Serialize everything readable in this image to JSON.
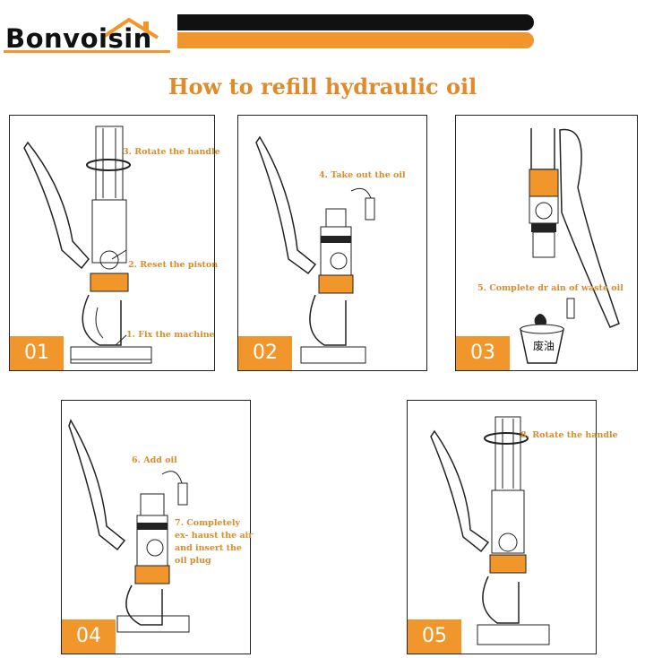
{
  "brand": {
    "name": "Bonvoisin"
  },
  "title": "How to refill hydraulic oil",
  "steps": [
    {
      "number": "01",
      "captions": [
        "3. Rotate the handle",
        "2. Reset the piston",
        "1. Fix the machine"
      ]
    },
    {
      "number": "02",
      "captions": [
        "4. Take out the oil"
      ]
    },
    {
      "number": "03",
      "captions": [
        "5. Complete dr ain of waste oil"
      ],
      "container_label": "废油"
    },
    {
      "number": "04",
      "captions": [
        "6. Add oil",
        "7. Completely ex- haust the air and insert the oil plug"
      ]
    },
    {
      "number": "05",
      "captions": [
        "8. Rotate the handle"
      ]
    }
  ],
  "colors": {
    "accent": "#f0962b",
    "text_accent": "#e08a2a",
    "dark": "#111111"
  }
}
